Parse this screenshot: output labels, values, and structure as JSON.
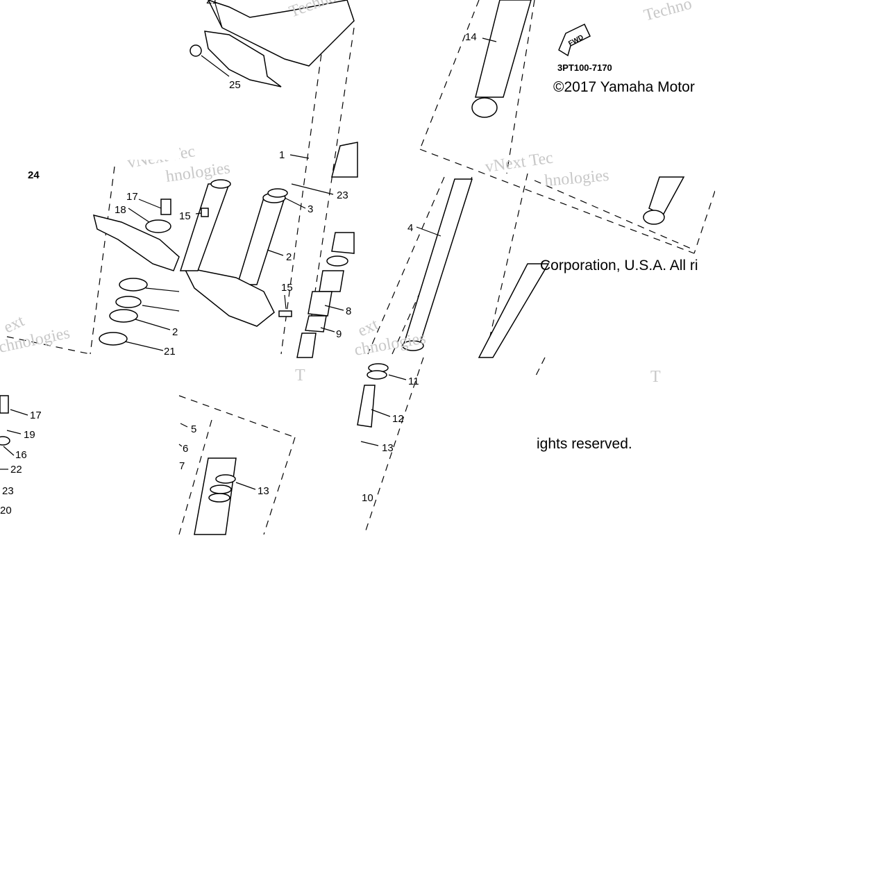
{
  "diagram": {
    "code": "3PT100-7170",
    "copyright_parts": [
      "©2017 Yamaha Motor",
      "Corporation, U.S.A. All ri",
      "ights reserved."
    ],
    "fwd_label": "FWD",
    "watermark_texts": [
      "vNext Tec",
      "hnologies",
      "Techno",
      "vNext Tec",
      "ext",
      "chnologies",
      "T",
      "T"
    ],
    "callouts": {
      "c1": "1",
      "c2": "2",
      "c3": "3",
      "c4": "4",
      "c5": "5",
      "c6": "6",
      "c7": "7",
      "c8": "8",
      "c9": "9",
      "c10": "10",
      "c11": "11",
      "c12": "12",
      "c13a": "13",
      "c13b": "13",
      "c14": "14",
      "c15a": "15",
      "c15b": "15",
      "c16": "16",
      "c17a": "17",
      "c17b": "17",
      "c18": "18",
      "c19": "19",
      "c20": "20",
      "c21": "21",
      "c22": "22",
      "c23a": "23",
      "c23b": "23",
      "c24": "24",
      "c25": "25",
      "c2b": "2"
    }
  }
}
